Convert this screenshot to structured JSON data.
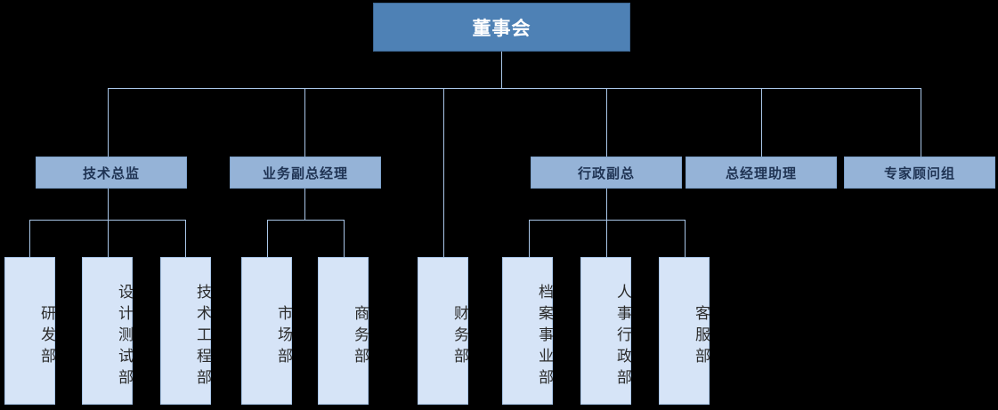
{
  "chart_data": {
    "type": "diagram",
    "diagram_kind": "organization-chart",
    "title": "",
    "orientation": "top-down",
    "colors": {
      "root_fill": "#4e81b5",
      "root_text": "#ffffff",
      "level2_fill": "#95b3d7",
      "level2_text": "#1f3353",
      "leaf_fill": "#d6e4f7",
      "leaf_text": "#2b2b2b",
      "connector": "#a9c6e8",
      "background": "#000000"
    },
    "nodes": [
      {
        "id": "board",
        "label": "董事会",
        "level": 1,
        "parent": null
      },
      {
        "id": "tech_dir",
        "label": "技术总监",
        "level": 2,
        "parent": "board"
      },
      {
        "id": "biz_vp",
        "label": "业务副总经理",
        "level": 2,
        "parent": "board"
      },
      {
        "id": "admin_vp",
        "label": "行政副总",
        "level": 2,
        "parent": "board"
      },
      {
        "id": "gm_assistant",
        "label": "总经理助理",
        "level": 2,
        "parent": "board"
      },
      {
        "id": "expert_group",
        "label": "专家顾问组",
        "level": 2,
        "parent": "board"
      },
      {
        "id": "rnd",
        "label": "研发部",
        "level": 3,
        "parent": "tech_dir"
      },
      {
        "id": "design_test",
        "label": "设计测试部",
        "level": 3,
        "parent": "tech_dir"
      },
      {
        "id": "tech_eng",
        "label": "技术工程部",
        "level": 3,
        "parent": "tech_dir"
      },
      {
        "id": "market",
        "label": "市场部",
        "level": 3,
        "parent": "biz_vp"
      },
      {
        "id": "business",
        "label": "商务部",
        "level": 3,
        "parent": "biz_vp"
      },
      {
        "id": "finance",
        "label": "财务部",
        "level": 3,
        "parent": "board"
      },
      {
        "id": "archive",
        "label": "档案事业部",
        "level": 3,
        "parent": "admin_vp"
      },
      {
        "id": "hr_admin",
        "label": "人事行政部",
        "level": 3,
        "parent": "admin_vp"
      },
      {
        "id": "customer",
        "label": "客服部",
        "level": 3,
        "parent": "admin_vp"
      }
    ],
    "edges": [
      {
        "from": "board",
        "to": "tech_dir"
      },
      {
        "from": "board",
        "to": "biz_vp"
      },
      {
        "from": "board",
        "to": "admin_vp"
      },
      {
        "from": "board",
        "to": "gm_assistant"
      },
      {
        "from": "board",
        "to": "expert_group"
      },
      {
        "from": "board",
        "to": "finance"
      },
      {
        "from": "tech_dir",
        "to": "rnd"
      },
      {
        "from": "tech_dir",
        "to": "design_test"
      },
      {
        "from": "tech_dir",
        "to": "tech_eng"
      },
      {
        "from": "biz_vp",
        "to": "market"
      },
      {
        "from": "biz_vp",
        "to": "business"
      },
      {
        "from": "admin_vp",
        "to": "archive"
      },
      {
        "from": "admin_vp",
        "to": "hr_admin"
      },
      {
        "from": "admin_vp",
        "to": "customer"
      }
    ]
  },
  "org": {
    "root": {
      "label": "董事会"
    },
    "level2": {
      "tech_dir": "技术总监",
      "biz_vp": "业务副总经理",
      "admin_vp": "行政副总",
      "gm_assistant": "总经理助理",
      "expert_group": "专家顾问组"
    },
    "leaves": {
      "rnd": "研发部",
      "design_test": "设计测试部",
      "tech_eng": "技术工程部",
      "market": "市场部",
      "business": "商务部",
      "finance": "财务部",
      "archive": "档案事业部",
      "hr_admin": "人事行政部",
      "customer": "客服部"
    }
  }
}
